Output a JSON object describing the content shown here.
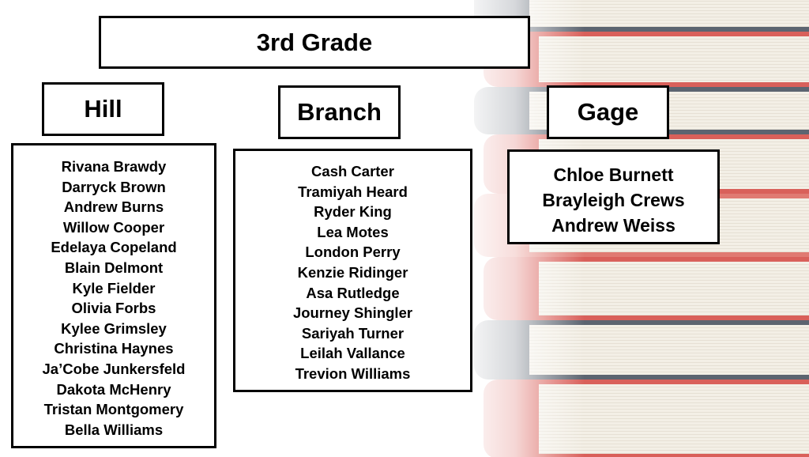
{
  "title": "3rd Grade",
  "colors": {
    "spine_red": "#d9605a",
    "spine_gray": "#5c6470",
    "pages": "#f3efe6"
  },
  "classes": [
    {
      "teacher": "Hill",
      "students": [
        "Rivana Brawdy",
        "Darryck Brown",
        "Andrew Burns",
        "Willow Cooper",
        "Edelaya Copeland",
        "Blain Delmont",
        "Kyle Fielder",
        "Olivia Forbs",
        "Kylee Grimsley",
        "Christina Haynes",
        "Ja’Cobe Junkersfeld",
        "Dakota McHenry",
        "Tristan Montgomery",
        "Bella Williams"
      ]
    },
    {
      "teacher": "Branch",
      "students": [
        "Cash Carter",
        "Tramiyah Heard",
        "Ryder King",
        "Lea Motes",
        "London Perry",
        "Kenzie Ridinger",
        "Asa Rutledge",
        "Journey Shingler",
        "Sariyah Turner",
        "Leilah Vallance",
        "Trevion Williams"
      ]
    },
    {
      "teacher": "Gage",
      "students": [
        "Chloe Burnett",
        "Brayleigh Crews",
        "Andrew Weiss"
      ]
    }
  ]
}
